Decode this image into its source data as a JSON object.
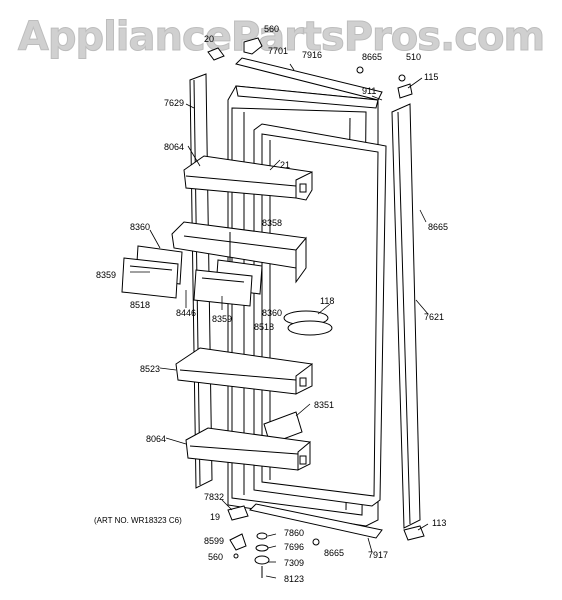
{
  "watermark": "AppliancePartsPros.com",
  "art_number": "(ART NO. WR18323 C6)",
  "parts": {
    "p20": "20",
    "p560_top": "560",
    "p7701": "7701",
    "p7916": "7916",
    "p8665_top": "8665",
    "p510": "510",
    "p115": "115",
    "p911": "911",
    "p7629": "7629",
    "p8064_top": "8064",
    "p21": "21",
    "p8665_right": "8665",
    "p8360_left": "8360",
    "p8358": "8358",
    "p8359_left": "8359",
    "p8518_left": "8518",
    "p8446": "8446",
    "p8359_mid": "8359",
    "p8360_mid": "8360",
    "p8518_mid": "8518",
    "p118": "118",
    "p7621": "7621",
    "p8523": "8523",
    "p8351": "8351",
    "p8064_bottom": "8064",
    "p7832": "7832",
    "p19": "19",
    "p7860": "7860",
    "p8599": "8599",
    "p7696": "7696",
    "p560_bottom": "560",
    "p7309": "7309",
    "p8123": "8123",
    "p8665_bottom": "8665",
    "p7917": "7917",
    "p113": "113"
  }
}
